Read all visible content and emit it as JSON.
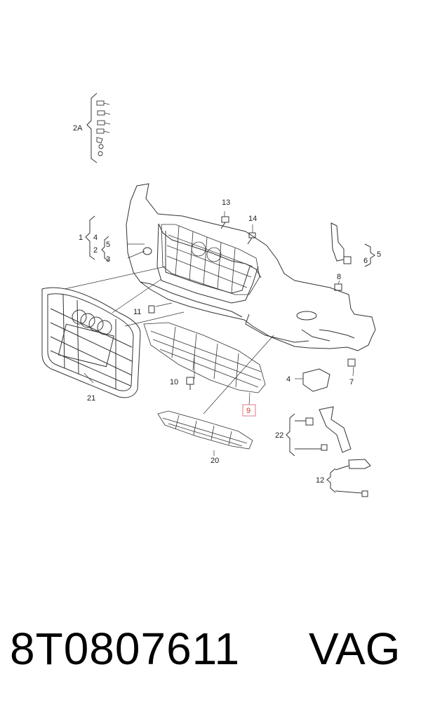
{
  "labels": {
    "l2A": "2A",
    "l1": "1",
    "l4": "4",
    "l2": "2",
    "l5": "5",
    "l3": "3",
    "l13": "13",
    "l14": "14",
    "l5r": "5",
    "l6": "6",
    "l8": "8",
    "l11": "11",
    "l10": "10",
    "l21": "21",
    "l4b": "4",
    "l7": "7",
    "l9": "9",
    "l22": "22",
    "l20": "20",
    "l12": "12"
  },
  "footer": {
    "part_number": "8T0807611",
    "brand": "VAG"
  }
}
